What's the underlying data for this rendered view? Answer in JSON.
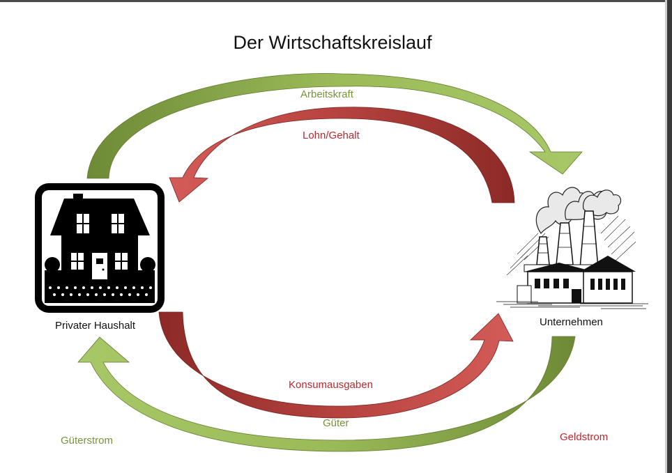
{
  "title": "Der Wirtschaftskreislauf",
  "nodes": {
    "household": "Privater Haushalt",
    "company": "Unternehmen"
  },
  "flows": {
    "arbeitskraft": "Arbeitskraft",
    "lohn": "Lohn/Gehalt",
    "konsum": "Konsumausgaben",
    "gueter": "Güter"
  },
  "legend": {
    "gueterstrom": "Güterstrom",
    "geldstrom": "Geldstrom"
  },
  "colors": {
    "green": "#9bbb59",
    "green_dark": "#6e8a36",
    "red": "#c0504d",
    "red_dark": "#8c2a27"
  },
  "icons": [
    "house-icon",
    "factory-icon"
  ]
}
